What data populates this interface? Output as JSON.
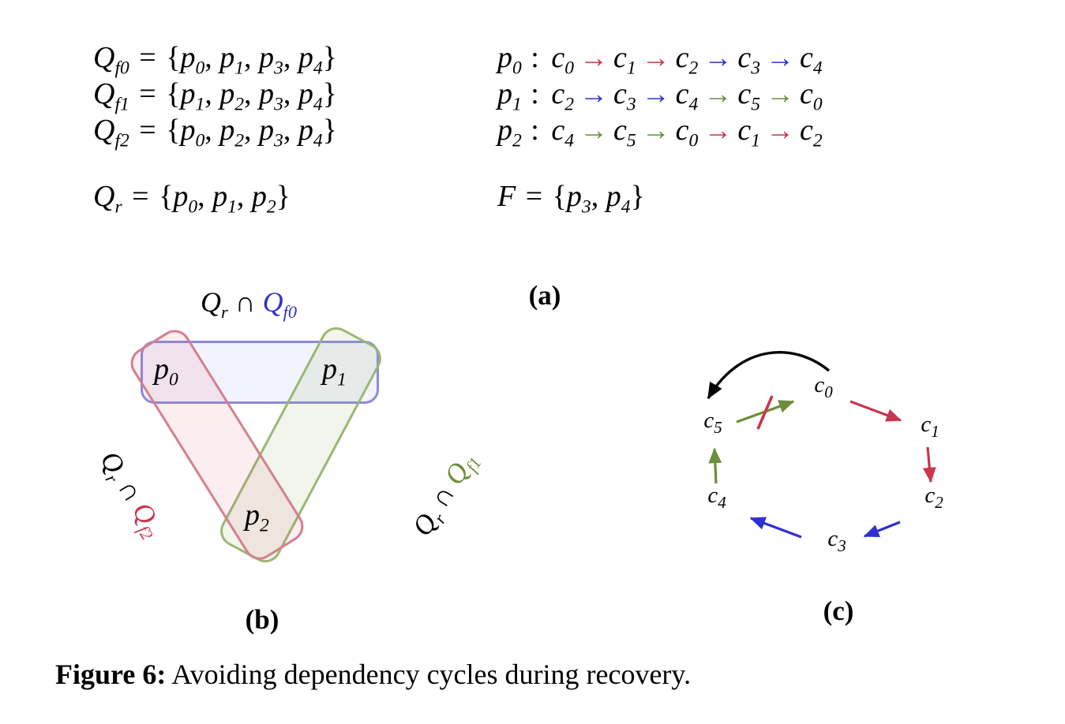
{
  "colors": {
    "red": "#c8374d",
    "blue": "#2f2fd3",
    "green": "#6b8e3a",
    "black": "#000000",
    "venn_blue_border": "#8a8ade",
    "venn_red_border": "#d4808f",
    "venn_green_border": "#9ab873",
    "venn_blue_fill": "rgba(80,80,220,0.07)",
    "venn_red_fill": "rgba(220,90,110,0.10)",
    "venn_green_fill": "rgba(140,170,90,0.12)"
  },
  "syntax": {
    "equals": "=",
    "open_brace": "{",
    "close_brace": "}",
    "comma": ", ",
    "colon": ":",
    "intersect": "∩",
    "arrow": "→"
  },
  "panel_a": {
    "label": "(a)",
    "equations": [
      {
        "base": "Q",
        "sub": "f0",
        "members": [
          "p0",
          "p1",
          "p3",
          "p4"
        ]
      },
      {
        "base": "Q",
        "sub": "f1",
        "members": [
          "p1",
          "p2",
          "p3",
          "p4"
        ]
      },
      {
        "base": "Q",
        "sub": "f2",
        "members": [
          "p0",
          "p2",
          "p3",
          "p4"
        ]
      }
    ],
    "qr_equation": {
      "base": "Q",
      "sub": "r",
      "members": [
        "p0",
        "p1",
        "p2"
      ]
    },
    "f_equation": {
      "base": "F",
      "sub": "",
      "members": [
        "p3",
        "p4"
      ]
    },
    "chains": [
      {
        "label": "p0",
        "nodes": [
          "c0",
          "c1",
          "c2",
          "c3",
          "c4"
        ],
        "arrow_colors": [
          "red",
          "red",
          "blue",
          "blue"
        ]
      },
      {
        "label": "p1",
        "nodes": [
          "c2",
          "c3",
          "c4",
          "c5",
          "c0"
        ],
        "arrow_colors": [
          "blue",
          "blue",
          "green",
          "green"
        ]
      },
      {
        "label": "p2",
        "nodes": [
          "c4",
          "c5",
          "c0",
          "c1",
          "c2"
        ],
        "arrow_colors": [
          "green",
          "green",
          "red",
          "red"
        ]
      }
    ]
  },
  "panel_b": {
    "label": "(b)",
    "top_label": {
      "prefix_base": "Q",
      "prefix_sub": "r",
      "set_base": "Q",
      "set_sub": "f0",
      "set_color": "blue"
    },
    "left_label": {
      "prefix_base": "Q",
      "prefix_sub": "r",
      "set_base": "Q",
      "set_sub": "f2",
      "set_color": "red"
    },
    "right_label": {
      "prefix_base": "Q",
      "prefix_sub": "r",
      "set_base": "Q",
      "set_sub": "f1",
      "set_color": "green"
    },
    "members": [
      "p0",
      "p1",
      "p2"
    ]
  },
  "panel_c": {
    "label": "(c)",
    "nodes": [
      "c0",
      "c1",
      "c2",
      "c3",
      "c4",
      "c5"
    ],
    "edges": [
      {
        "from": "c0",
        "to": "c1",
        "color": "red",
        "crossed_out": false
      },
      {
        "from": "c1",
        "to": "c2",
        "color": "red",
        "crossed_out": false
      },
      {
        "from": "c2",
        "to": "c3",
        "color": "blue",
        "crossed_out": false
      },
      {
        "from": "c3",
        "to": "c4",
        "color": "blue",
        "crossed_out": false
      },
      {
        "from": "c4",
        "to": "c5",
        "color": "green",
        "crossed_out": false
      },
      {
        "from": "c5",
        "to": "c0",
        "color": "green",
        "crossed_out": true
      }
    ],
    "override_edge": {
      "from": "c0",
      "to": "c5",
      "color": "black",
      "style": "curved"
    }
  },
  "caption": {
    "label": "Figure 6:",
    "text": " Avoiding dependency cycles during recovery."
  }
}
